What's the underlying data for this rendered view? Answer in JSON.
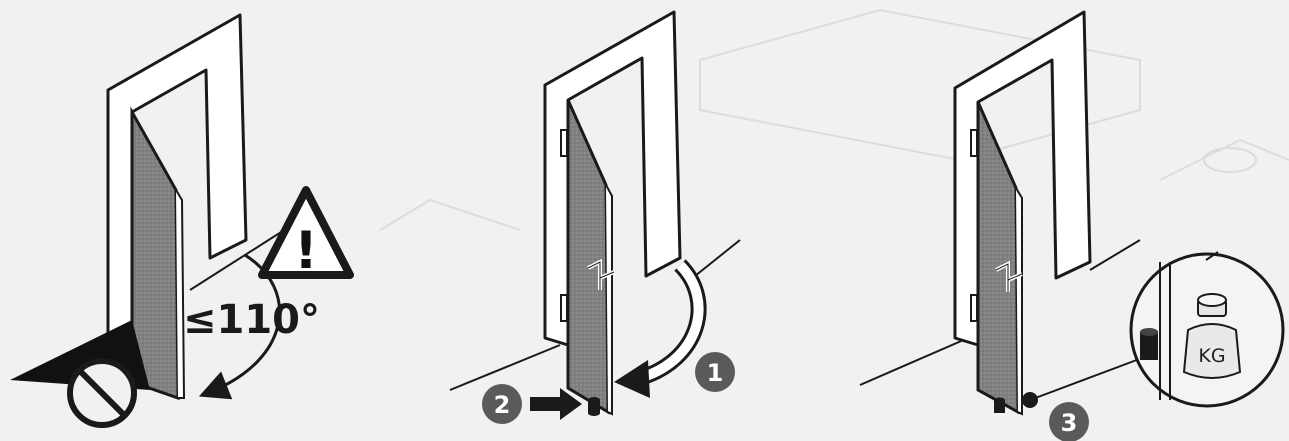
{
  "panel1": {
    "angle_label": "≤110°",
    "warning_symbol": "!",
    "icons": [
      "warning-triangle-icon",
      "prohibited-icon"
    ]
  },
  "panel2": {
    "step_a": "1",
    "step_b": "2",
    "icons": [
      "curved-arrow-icon",
      "right-arrow-icon",
      "door-stop-icon"
    ]
  },
  "panel3": {
    "step": "3",
    "weight_label": "KG",
    "icons": [
      "magnifier-circle-icon",
      "weight-icon",
      "door-stop-icon"
    ]
  },
  "colors": {
    "ink": "#1a1a1a",
    "door_fill": "#7d7d7d",
    "frame_fill": "#ffffff",
    "badge": "#5a5a5a",
    "background": "#f1f1f1"
  }
}
